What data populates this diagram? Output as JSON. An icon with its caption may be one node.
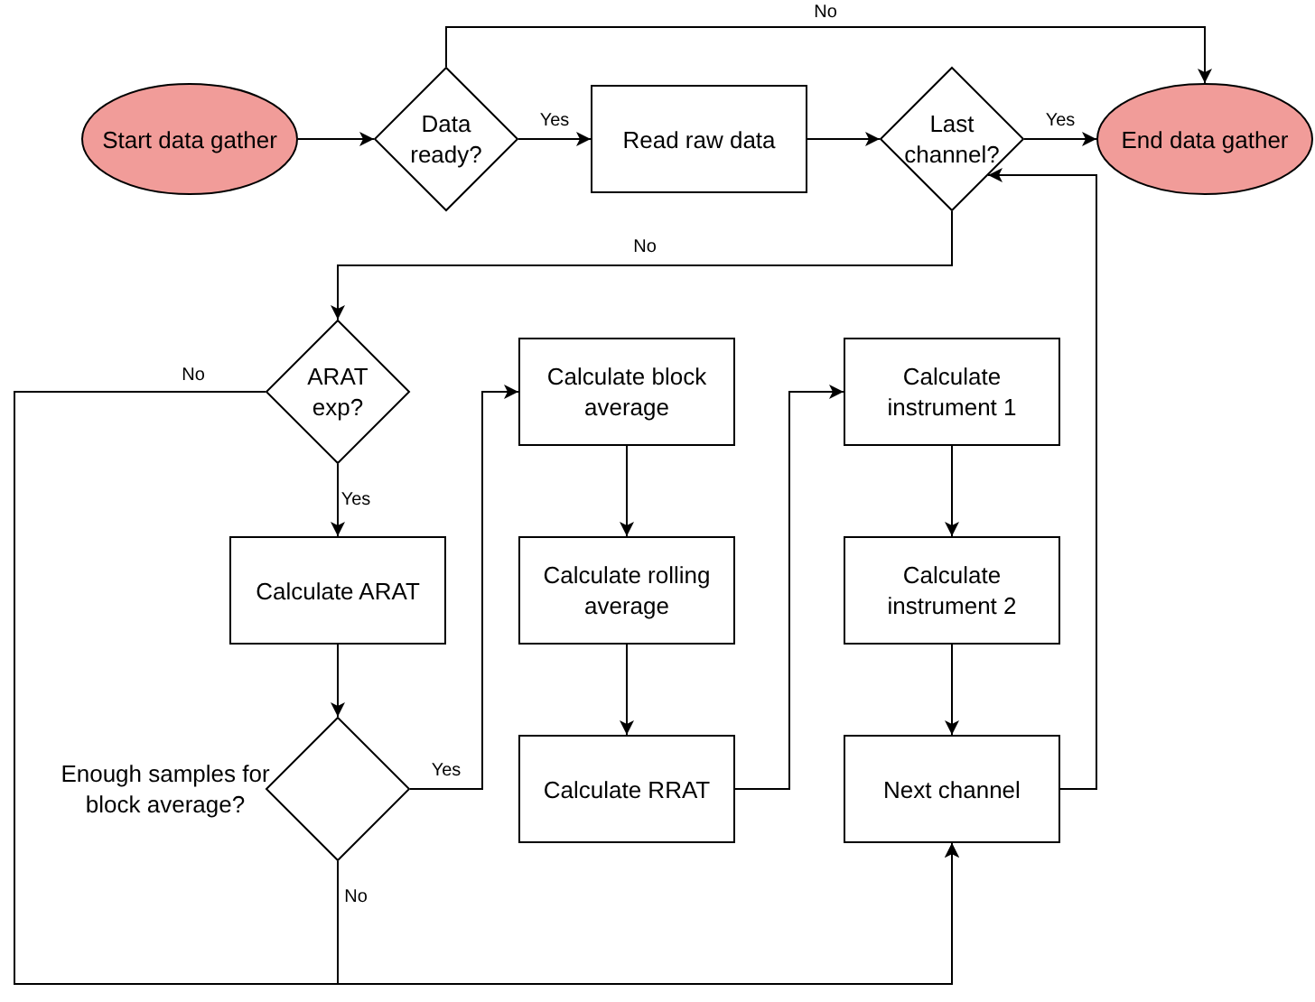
{
  "diagram": {
    "nodes": [
      {
        "text": [
          "Start data gather"
        ]
      },
      {
        "text": [
          "Data ready?"
        ]
      },
      {
        "text": [
          "Read raw data"
        ]
      },
      {
        "text": [
          "Last channel?"
        ]
      },
      {
        "text": [
          "End data gather"
        ]
      },
      {
        "text": [
          "ARAT exp?"
        ]
      },
      {
        "text": [
          "Calculate ARAT"
        ]
      },
      {
        "text": [
          "Enough samples for block average?"
        ]
      },
      {
        "text": [
          "Calculate block average"
        ]
      },
      {
        "text": [
          "Calculate rolling average"
        ]
      },
      {
        "text": [
          "Calculate RRAT"
        ]
      },
      {
        "text": [
          "Calculate instrument 1"
        ]
      },
      {
        "text": [
          "Calculate instrument 2"
        ]
      },
      {
        "text": [
          "Next channel"
        ]
      }
    ],
    "edges": [
      {
        "from": 0,
        "to": 1,
        "arrow": "to"
      },
      {
        "from": 1,
        "to": 2,
        "arrow": "to",
        "label": "Yes"
      },
      {
        "from": 1,
        "to": 4,
        "arrow": "to",
        "label": "No"
      },
      {
        "from": 2,
        "to": 3,
        "arrow": "to"
      },
      {
        "from": 3,
        "to": 4,
        "arrow": "to",
        "label": "Yes"
      },
      {
        "from": 3,
        "to": 5,
        "arrow": "to",
        "label": "No"
      },
      {
        "from": 5,
        "to": 6,
        "arrow": "to",
        "label": "Yes"
      },
      {
        "from": 5,
        "to": 13,
        "arrow": "to",
        "label": "No"
      },
      {
        "from": 6,
        "to": 7,
        "arrow": "to"
      },
      {
        "from": 7,
        "to": 8,
        "arrow": "to",
        "label": "Yes"
      },
      {
        "from": 7,
        "to": 13,
        "arrow": "to",
        "label": "No"
      },
      {
        "from": 8,
        "to": 9,
        "arrow": "to"
      },
      {
        "from": 9,
        "to": 10,
        "arrow": "to"
      },
      {
        "from": 10,
        "to": 11,
        "arrow": "to"
      },
      {
        "from": 11,
        "to": 12,
        "arrow": "to"
      },
      {
        "from": 12,
        "to": 13,
        "arrow": "to"
      },
      {
        "from": 13,
        "to": 3,
        "arrow": "to"
      }
    ]
  }
}
